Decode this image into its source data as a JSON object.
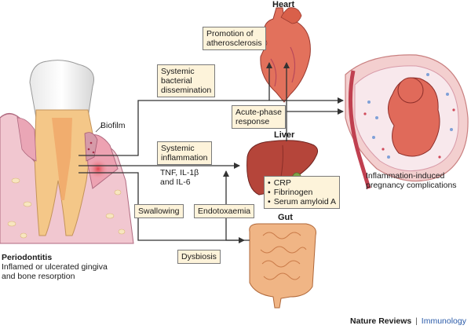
{
  "organs": {
    "heart": "Heart",
    "liver": "Liver",
    "gut": "Gut"
  },
  "labels": {
    "biofilm": "Biofilm",
    "tnf_line1": "TNF, IL-1β",
    "tnf_line2": "and IL-6",
    "periodontitis_title": "Periodontitis",
    "periodontitis_line1": "Inflamed or ulcerated gingiva",
    "periodontitis_line2": "and bone resorption",
    "pregnancy_line1": "Inflammation-induced",
    "pregnancy_line2": "pregnancy complications"
  },
  "boxes": {
    "atherosclerosis": [
      "Promotion of",
      "atherosclerosis"
    ],
    "bacterial_dissemination": [
      "Systemic",
      "bacterial",
      "dissemination"
    ],
    "acute_phase": [
      "Acute-phase",
      "response"
    ],
    "systemic_inflammation": [
      "Systemic",
      "inflammation"
    ],
    "liver_products": [
      "CRP",
      "Fibrinogen",
      "Serum amyloid A"
    ],
    "swallowing": "Swallowing",
    "endotoxaemia": "Endotoxaemia",
    "dysbiosis": "Dysbiosis"
  },
  "footer": {
    "journal": "Nature Reviews",
    "separator": "|",
    "field": "Immunology"
  },
  "colors": {
    "box_fill": "#fdf3da",
    "organ_red": "#d9604a",
    "liver_brown": "#b5453a",
    "gut_orange": "#e8a070",
    "gum_pink": "#e8a6b4",
    "arrow": "#333333"
  }
}
